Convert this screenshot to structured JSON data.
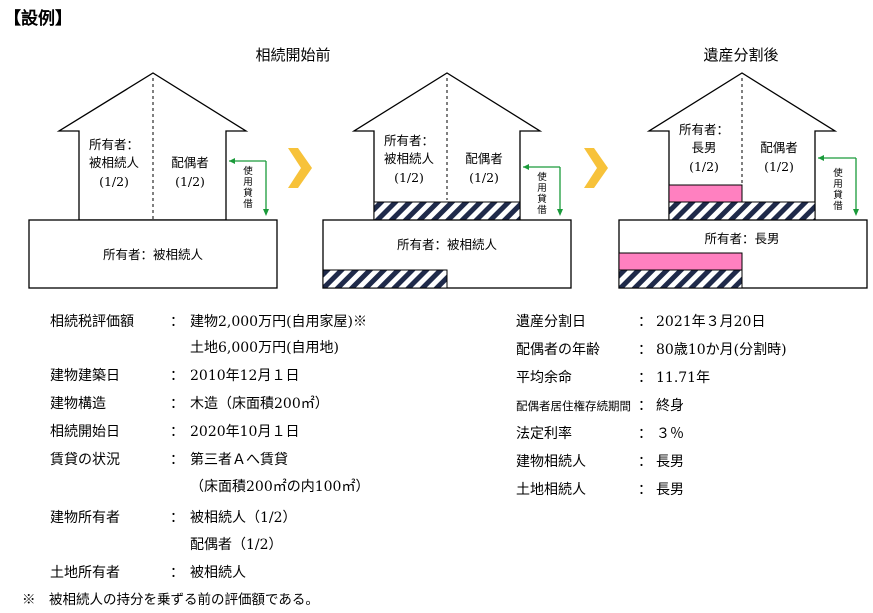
{
  "heading": "【設例】",
  "diagrams": {
    "before_title": "相続開始前",
    "after_title": "遺産分割後",
    "owner_label": "所有者：",
    "decedent": "被相続人",
    "half": "(1/2)",
    "spouse": "配偶者",
    "eldest_son": "長男",
    "usage_lease": "使用貸借",
    "land_owner_decedent": "所有者：被相続人",
    "land_owner_son": "所有者：長男",
    "colors": {
      "hatch": "#1f2a4a",
      "pink": "#ff80c0",
      "arrow": "#f7c23a",
      "green": "#1a9a3a"
    }
  },
  "left_facts": [
    {
      "label": "相続税評価額",
      "value": "建物2,000万円(自用家屋)※"
    },
    {
      "label": "",
      "value": "土地6,000万円(自用地)"
    },
    {
      "label": "建物建築日",
      "value": "2010年12月１日"
    },
    {
      "label": "建物構造",
      "value": "木造（床面積200㎡）"
    },
    {
      "label": "相続開始日",
      "value": "2020年10月１日"
    },
    {
      "label": "賃貸の状況",
      "value": "第三者Ａへ賃貸"
    },
    {
      "label": "",
      "value": "（床面積200㎡の内100㎡）"
    },
    {
      "label": "建物所有者",
      "value": "被相続人（1/2）"
    },
    {
      "label": "",
      "value": "配偶者（1/2）"
    },
    {
      "label": "土地所有者",
      "value": "被相続人"
    }
  ],
  "right_facts": [
    {
      "label": "遺産分割日",
      "value": "2021年３月20日"
    },
    {
      "label": "配偶者の年齢",
      "value": "80歳10か月(分割時)"
    },
    {
      "label": "平均余命",
      "value": "11.71年"
    },
    {
      "label": "配偶者居住権存続期間",
      "value": "終身"
    },
    {
      "label": "法定利率",
      "value": "３％"
    },
    {
      "label": "建物相続人",
      "value": "長男"
    },
    {
      "label": "土地相続人",
      "value": "長男"
    }
  ],
  "colon": "：",
  "footnote": "※　被相続人の持分を乗ずる前の評価額である。"
}
